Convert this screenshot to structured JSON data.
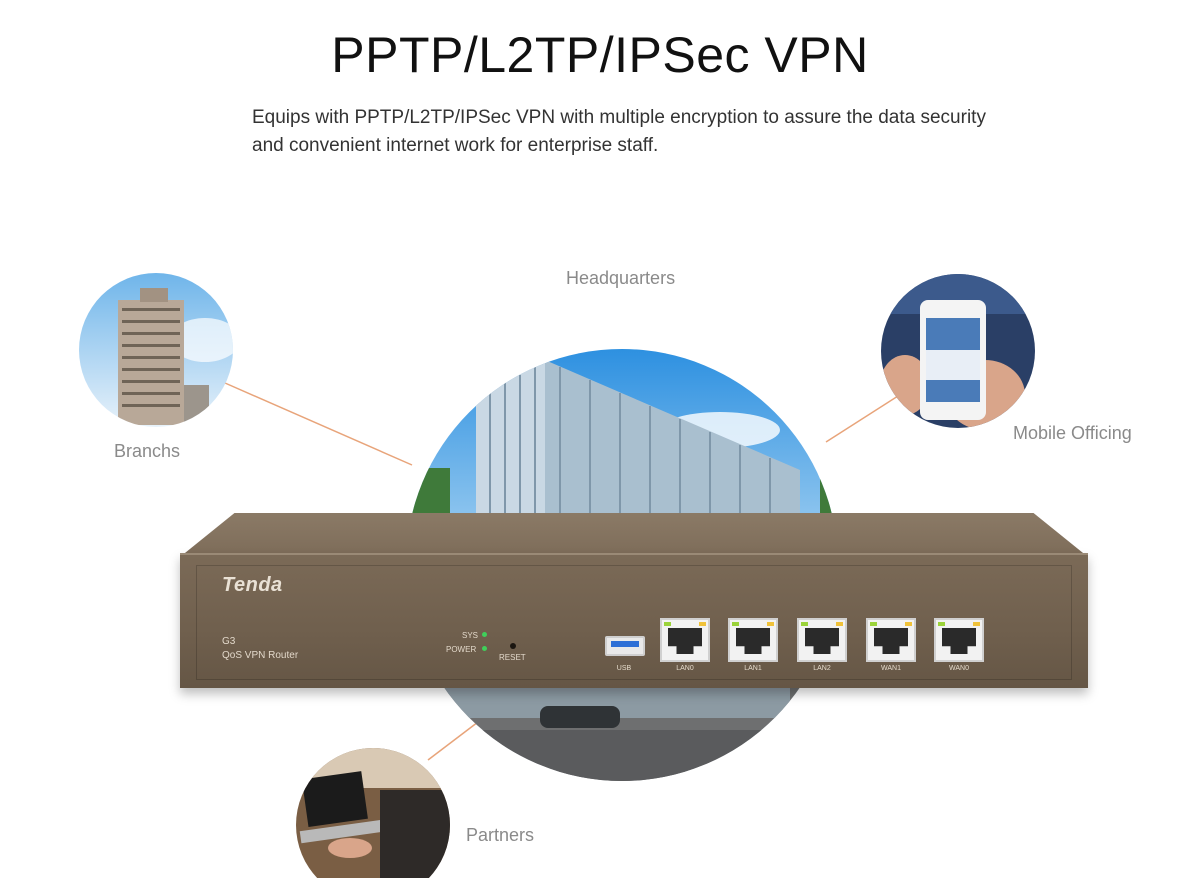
{
  "header": {
    "title": "PPTP/L2TP/IPSec VPN",
    "description": "Equips with PPTP/L2TP/IPSec VPN with multiple encryption to assure the data security and convenient internet work for enterprise staff."
  },
  "nodes": {
    "headquarters": "Headquarters",
    "branchs": "Branchs",
    "mobile": "Mobile Officing",
    "partners": "Partners"
  },
  "router": {
    "brand": "Tenda",
    "model": "G3",
    "description": "QoS VPN Router",
    "led_sys": "SYS",
    "led_power": "POWER",
    "reset": "RESET",
    "usb": "USB",
    "ports": [
      "LAN0",
      "LAN1",
      "LAN2",
      "WAN1",
      "WAN0"
    ]
  },
  "colors": {
    "connector_line": "#e8a47a",
    "router_body": "#6f5f4d",
    "led": "#3fcf5a"
  }
}
